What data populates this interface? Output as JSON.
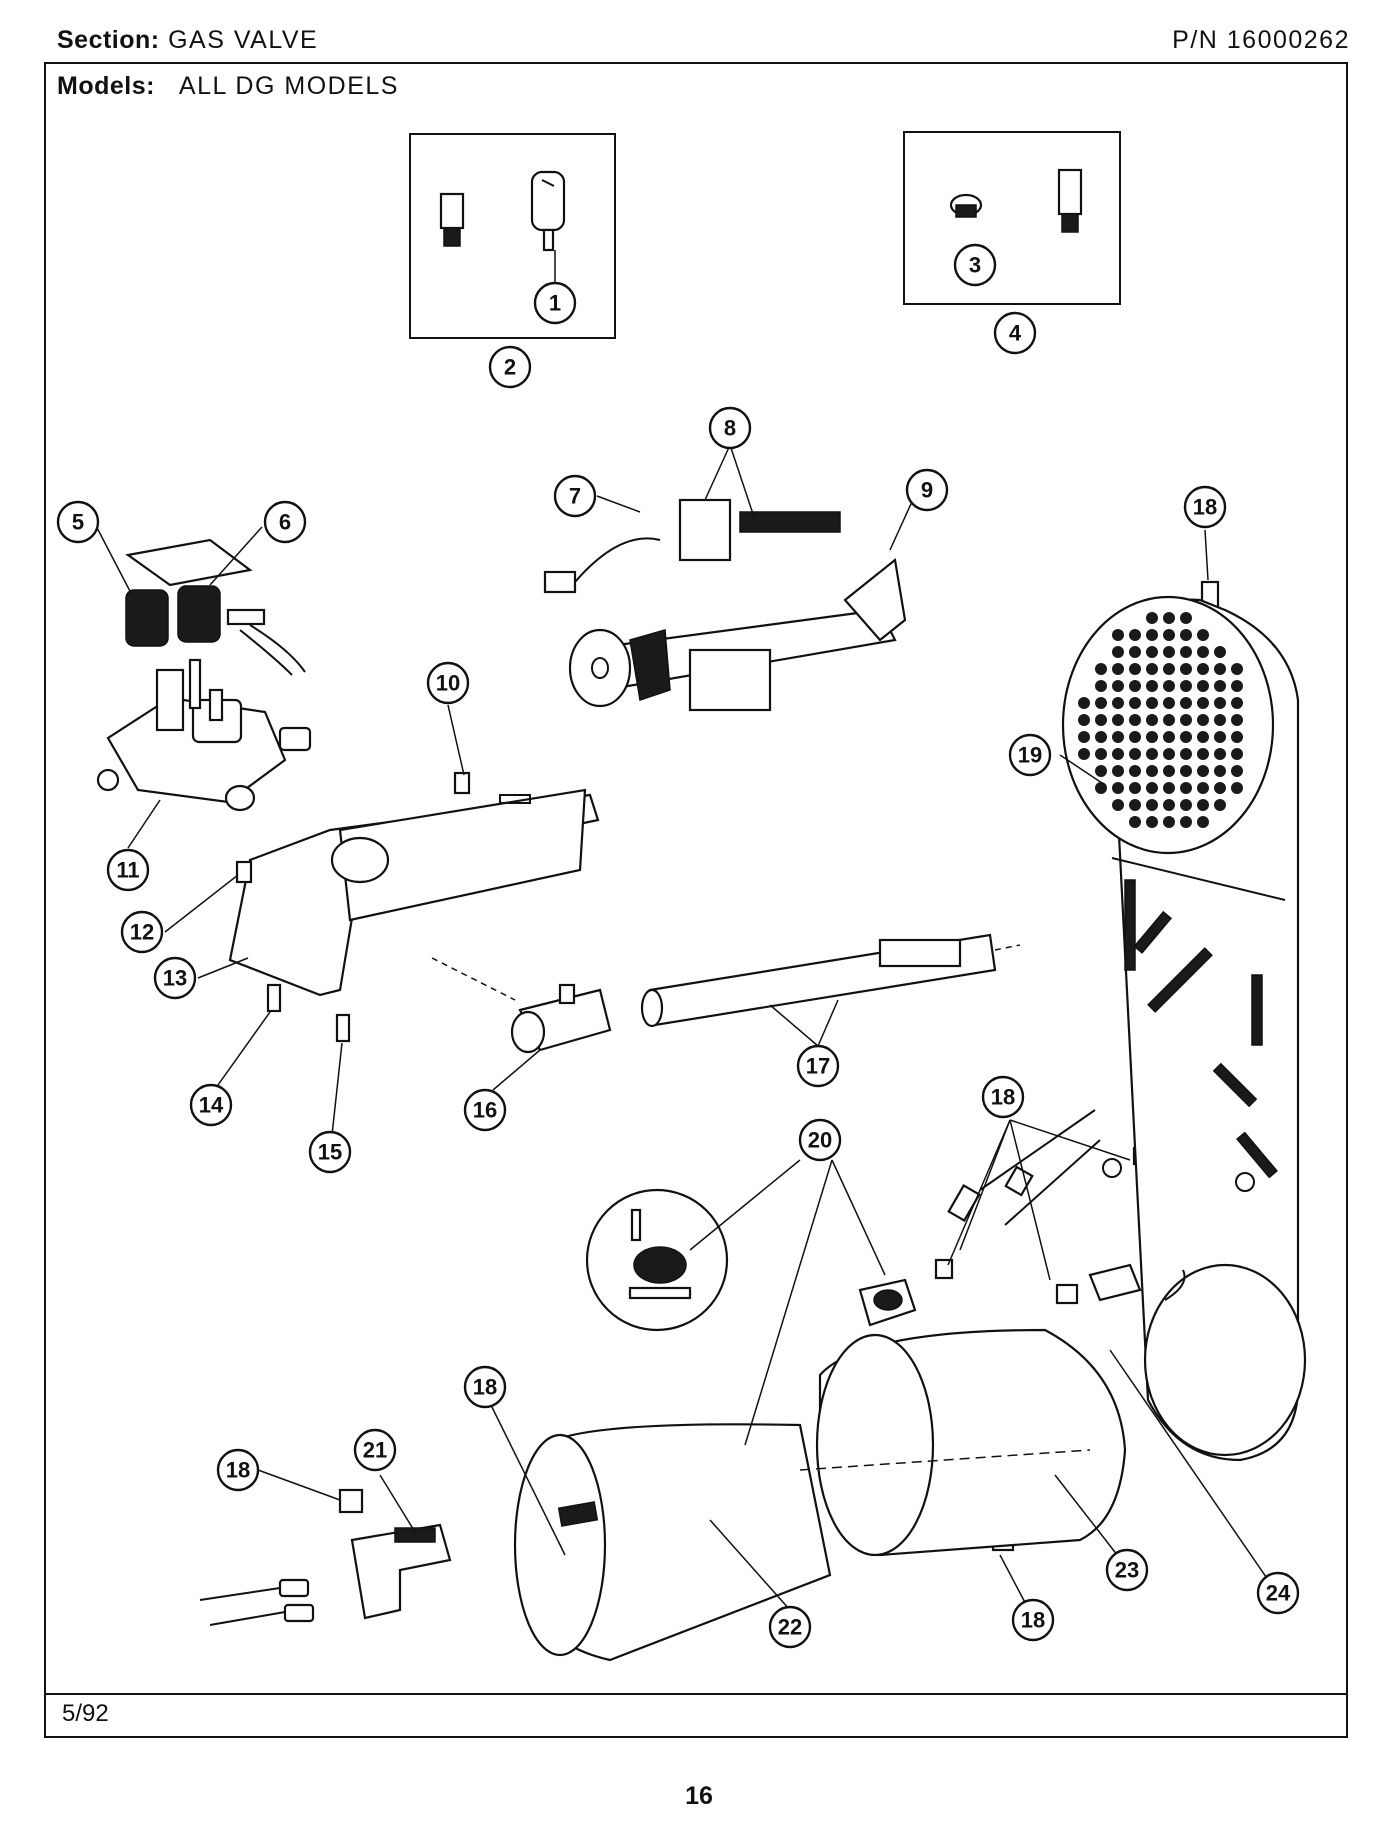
{
  "header": {
    "section_label": "Section:",
    "section_value": "GAS VALVE",
    "part_number": "P/N 16000262"
  },
  "models": {
    "label": "Models:",
    "value": "ALL DG MODELS"
  },
  "footer": {
    "date": "5/92",
    "page_number": "16"
  },
  "callouts": [
    "1",
    "2",
    "3",
    "4",
    "5",
    "6",
    "7",
    "8",
    "9",
    "10",
    "11",
    "12",
    "13",
    "14",
    "15",
    "16",
    "17",
    "18",
    "19",
    "20",
    "21",
    "22",
    "23",
    "24"
  ]
}
